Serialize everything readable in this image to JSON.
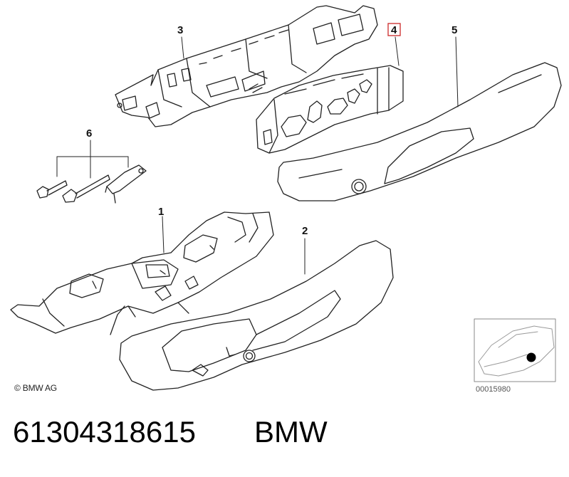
{
  "callouts": {
    "c1": "1",
    "c2": "2",
    "c3": "3",
    "c4": "4",
    "c5": "5",
    "c6": "6"
  },
  "highlight_color": "#cc2a2a",
  "copyright": "© BMW AG",
  "reference_number": "00015980",
  "part_number": "61304318615",
  "brand": "BMW"
}
